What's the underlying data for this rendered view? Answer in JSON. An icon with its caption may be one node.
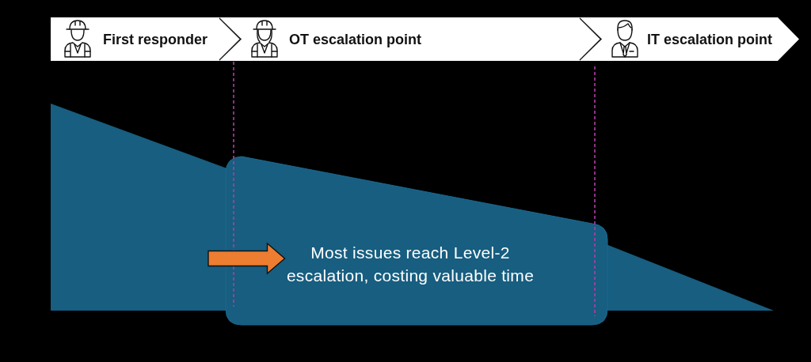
{
  "diagram": {
    "nodes": [
      {
        "text": [
          "First responder"
        ]
      },
      {
        "text": [
          "OT escalation point"
        ]
      },
      {
        "text": [
          "IT escalation point"
        ]
      },
      {
        "text": [
          "Most issues reach Level-2 escalation, costing valuable time"
        ]
      }
    ],
    "edges": [
      {
        "from": null,
        "to": 3,
        "arrow": "to",
        "style": "thick",
        "color": "#ed7d31"
      }
    ]
  }
}
